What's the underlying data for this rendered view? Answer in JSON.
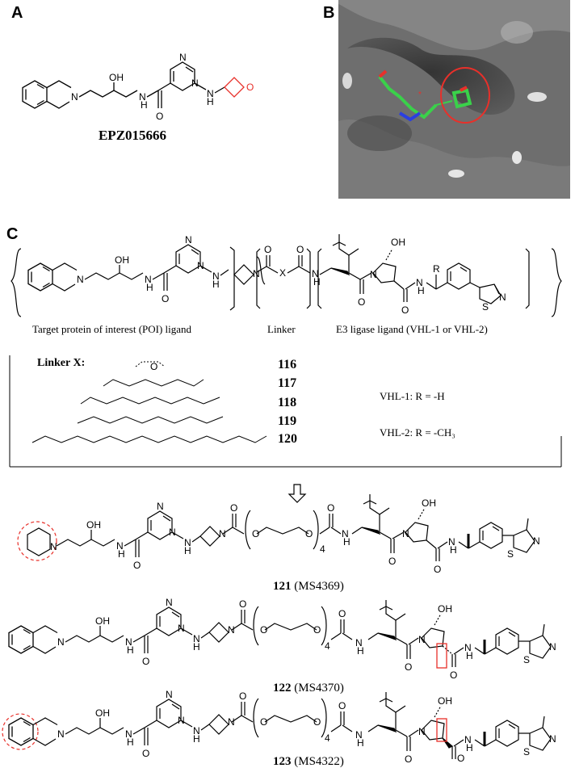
{
  "panels": {
    "a": "A",
    "b": "B",
    "c": "C"
  },
  "compound_a": {
    "name": "EPZ015666"
  },
  "atoms": {
    "N": "N",
    "OH": "OH",
    "O": "O",
    "NH": "N",
    "H": "H",
    "S": "S",
    "R": "R",
    "X": "X"
  },
  "section_c": {
    "poi_caption": "Target protein of interest (POI) ligand",
    "linker_caption": "Linker",
    "e3_caption": "E3 ligase ligand (VHL-1 or VHL-2)",
    "linker_x_label": "Linker X:",
    "linker_numbers": [
      "116",
      "117",
      "118",
      "119",
      "120"
    ],
    "vhl1": "VHL-1:   R = -H",
    "vhl2": "VHL-2:   R = -CH₃"
  },
  "compounds": [
    {
      "number": "121",
      "code": "(MS4369)"
    },
    {
      "number": "122",
      "code": "(MS4370)"
    },
    {
      "number": "123",
      "code": "(MS4322)"
    }
  ],
  "peg_subscript": "4",
  "colors": {
    "highlight_red": "#e8302a",
    "surface_gray": "#6e6e6e",
    "ligand_green": "#3ad14a",
    "ligand_blue": "#2b3fe0"
  }
}
